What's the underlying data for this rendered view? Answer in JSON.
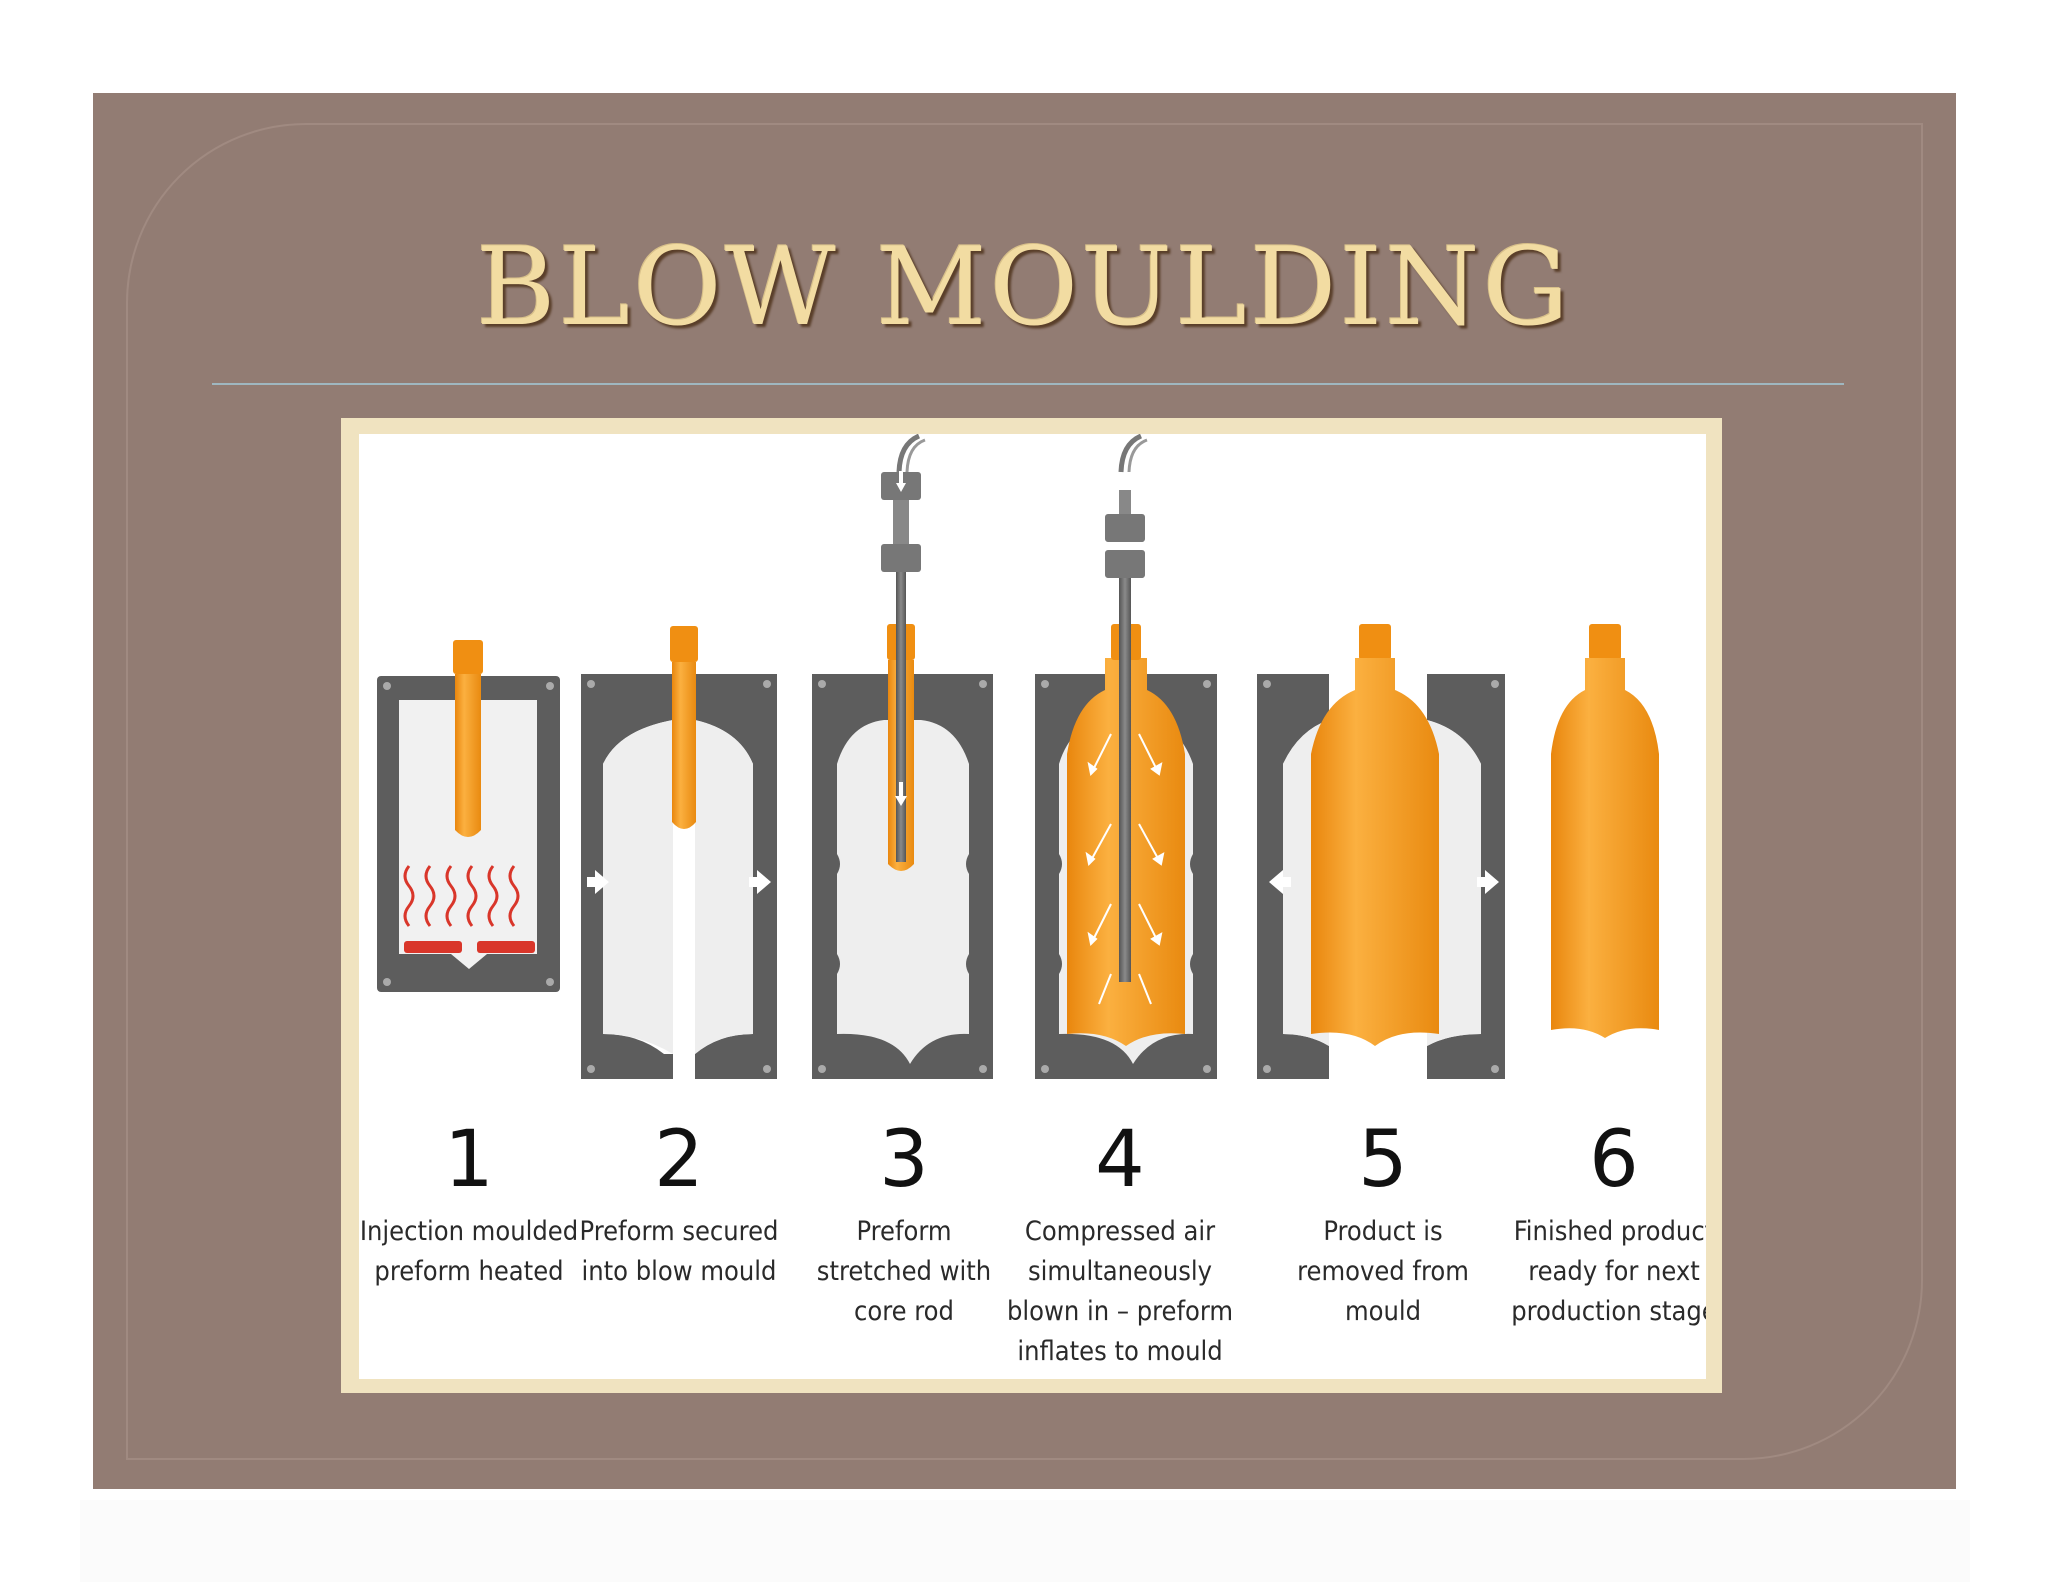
{
  "title": "BLOW MOULDING",
  "colors": {
    "slide_background": "#927c73",
    "title_gold": "#f2dca2",
    "mould_gray": "#5d5d5d",
    "preform_orange": "#f59a1c",
    "heater_red": "#d9362a",
    "figure_border": "#f0e3c0"
  },
  "steps": [
    {
      "number": "1",
      "caption_lines": [
        "Injection moulded",
        "preform heated"
      ]
    },
    {
      "number": "2",
      "caption_lines": [
        "Preform secured",
        "into blow mould"
      ]
    },
    {
      "number": "3",
      "caption_lines": [
        "Preform",
        "stretched with",
        "core rod"
      ]
    },
    {
      "number": "4",
      "caption_lines": [
        "Compressed air",
        "simultaneously",
        "blown in – preform",
        "inflates to mould"
      ]
    },
    {
      "number": "5",
      "caption_lines": [
        "Product is",
        "removed from",
        "mould"
      ]
    },
    {
      "number": "6",
      "caption_lines": [
        "Finished product",
        "ready for next",
        "production stage"
      ]
    }
  ]
}
